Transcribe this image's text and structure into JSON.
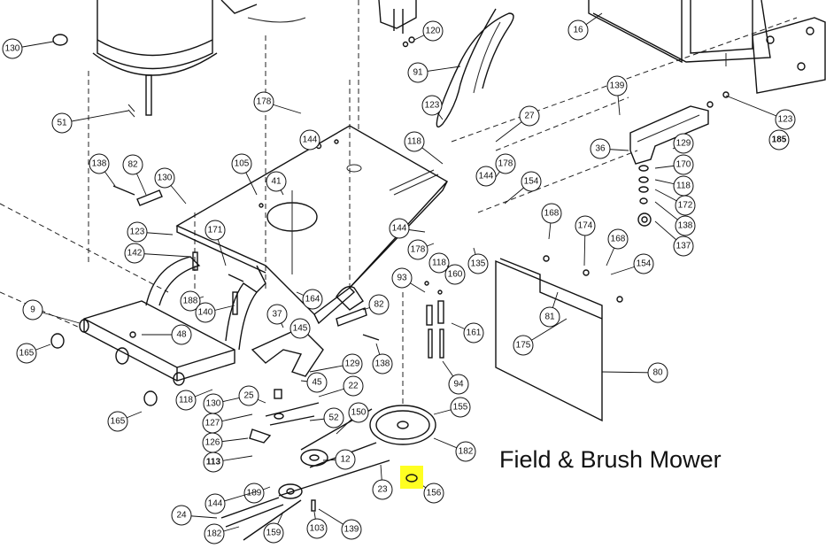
{
  "title": "Field & Brush Mower",
  "highlight_color": "#ffff22",
  "callouts": [
    {
      "n": "130"
    },
    {
      "n": "120"
    },
    {
      "n": "16"
    },
    {
      "n": "91"
    },
    {
      "n": "51"
    },
    {
      "n": "139"
    },
    {
      "n": "123"
    },
    {
      "n": "27"
    },
    {
      "n": "123"
    },
    {
      "n": "185",
      "bold": true
    },
    {
      "n": "178"
    },
    {
      "n": "144"
    },
    {
      "n": "118"
    },
    {
      "n": "36"
    },
    {
      "n": "129"
    },
    {
      "n": "138"
    },
    {
      "n": "82"
    },
    {
      "n": "130"
    },
    {
      "n": "105"
    },
    {
      "n": "41"
    },
    {
      "n": "144"
    },
    {
      "n": "178"
    },
    {
      "n": "154"
    },
    {
      "n": "170"
    },
    {
      "n": "118"
    },
    {
      "n": "172"
    },
    {
      "n": "138"
    },
    {
      "n": "137"
    },
    {
      "n": "123"
    },
    {
      "n": "171"
    },
    {
      "n": "142"
    },
    {
      "n": "144"
    },
    {
      "n": "168"
    },
    {
      "n": "174"
    },
    {
      "n": "168"
    },
    {
      "n": "178"
    },
    {
      "n": "118"
    },
    {
      "n": "160"
    },
    {
      "n": "135"
    },
    {
      "n": "154"
    },
    {
      "n": "93"
    },
    {
      "n": "188"
    },
    {
      "n": "140"
    },
    {
      "n": "164"
    },
    {
      "n": "82"
    },
    {
      "n": "81"
    },
    {
      "n": "9"
    },
    {
      "n": "37"
    },
    {
      "n": "145"
    },
    {
      "n": "48"
    },
    {
      "n": "161"
    },
    {
      "n": "175"
    },
    {
      "n": "165"
    },
    {
      "n": "138"
    },
    {
      "n": "80"
    },
    {
      "n": "129"
    },
    {
      "n": "118"
    },
    {
      "n": "130"
    },
    {
      "n": "45"
    },
    {
      "n": "22"
    },
    {
      "n": "94"
    },
    {
      "n": "25"
    },
    {
      "n": "127"
    },
    {
      "n": "165"
    },
    {
      "n": "155"
    },
    {
      "n": "52"
    },
    {
      "n": "150"
    },
    {
      "n": "126"
    },
    {
      "n": "113",
      "bold": true
    },
    {
      "n": "182"
    },
    {
      "n": "12"
    },
    {
      "n": "156",
      "highlight": true
    },
    {
      "n": "23"
    },
    {
      "n": "189"
    },
    {
      "n": "144"
    },
    {
      "n": "24"
    },
    {
      "n": "139"
    },
    {
      "n": "103"
    },
    {
      "n": "159"
    },
    {
      "n": "182"
    }
  ]
}
